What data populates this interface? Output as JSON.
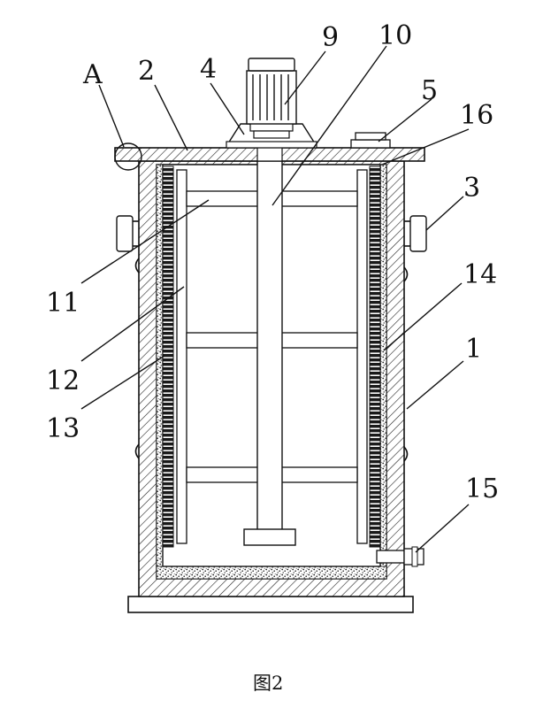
{
  "figure": {
    "caption": "图2",
    "labels": {
      "A": "A",
      "n1": "1",
      "n2": "2",
      "n3": "3",
      "n4": "4",
      "n5": "5",
      "n9": "9",
      "n10": "10",
      "n11": "11",
      "n12": "12",
      "n13": "13",
      "n14": "14",
      "n15": "15",
      "n16": "16"
    }
  }
}
